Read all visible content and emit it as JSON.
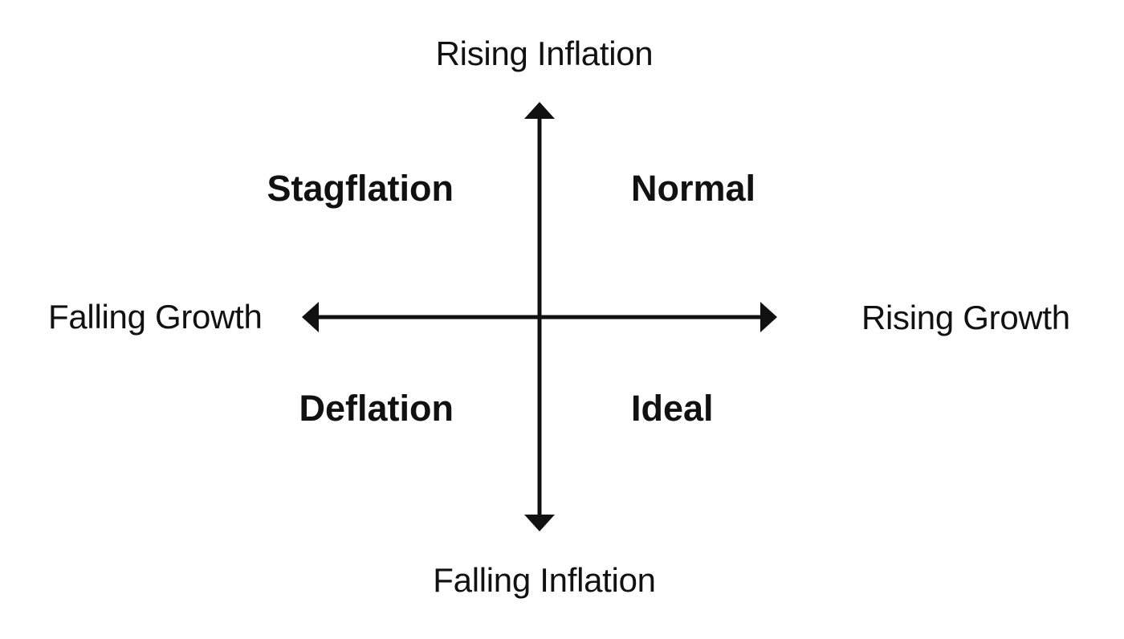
{
  "axes": {
    "top": "Rising Inflation",
    "bottom": "Falling Inflation",
    "left": "Falling Growth",
    "right": "Rising Growth"
  },
  "quadrants": {
    "top_left": "Stagflation",
    "top_right": "Normal",
    "bottom_left": "Deflation",
    "bottom_right": "Ideal"
  },
  "colors": {
    "ink": "#111111",
    "background": "#ffffff"
  }
}
